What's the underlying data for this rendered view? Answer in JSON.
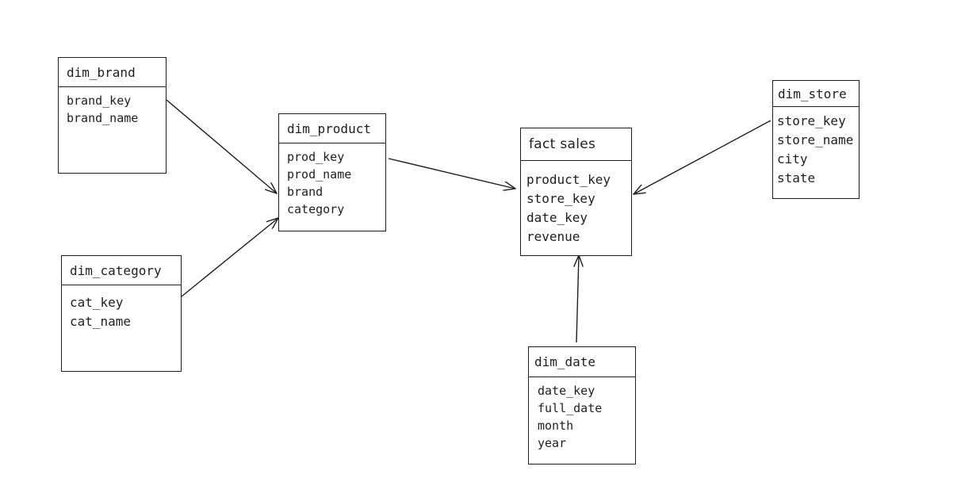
{
  "tables": {
    "dim_brand": {
      "title": "dim_brand",
      "fields": [
        "brand_key",
        "brand_name"
      ]
    },
    "dim_category": {
      "title": "dim_category",
      "fields": [
        "cat_key",
        "cat_name"
      ]
    },
    "dim_product": {
      "title": "dim_product",
      "fields": [
        "prod_key",
        "prod_name",
        "brand",
        "category"
      ]
    },
    "fact_sales": {
      "title": "fact sales",
      "fields": [
        "product_key",
        "store_key",
        "date_key",
        "revenue"
      ]
    },
    "dim_store": {
      "title": "dim_store",
      "fields": [
        "store_key",
        "store_name",
        "city",
        "state"
      ]
    },
    "dim_date": {
      "title": "dim_date",
      "fields": [
        "date_key",
        "full_date",
        "month",
        "year"
      ]
    }
  },
  "relationships": [
    {
      "from": "dim_brand",
      "to": "dim_product"
    },
    {
      "from": "dim_category",
      "to": "dim_product"
    },
    {
      "from": "dim_product",
      "to": "fact_sales"
    },
    {
      "from": "dim_store",
      "to": "fact_sales"
    },
    {
      "from": "dim_date",
      "to": "fact_sales"
    }
  ],
  "colors": {
    "stroke": "#1e1e1e",
    "background": "#ffffff"
  }
}
